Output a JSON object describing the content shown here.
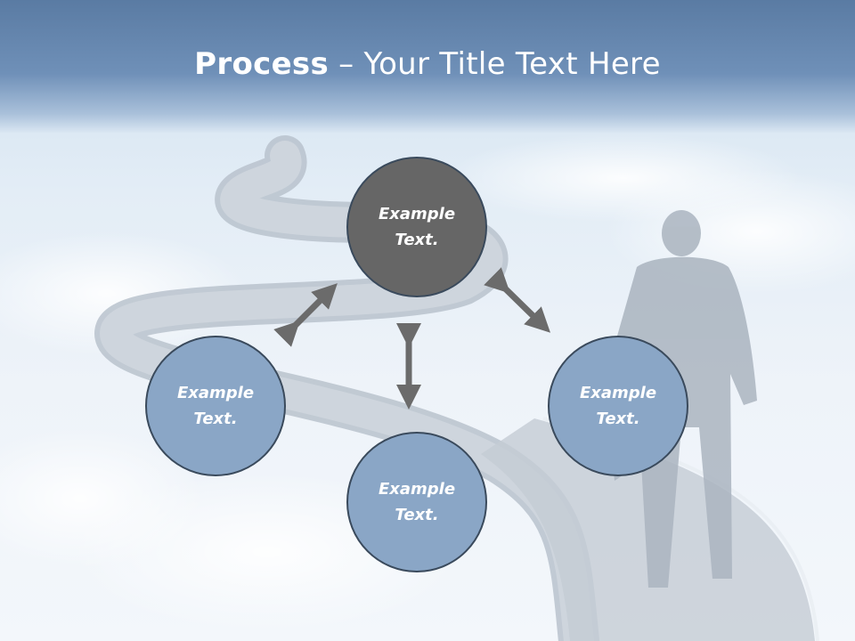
{
  "title": {
    "bold": "Process",
    "rest": " – Your Title Text Here"
  },
  "nodes": {
    "top": "Example\nText.",
    "left": "Example\nText.",
    "right": "Example\nText.",
    "bottom": "Example\nText."
  },
  "colors": {
    "top_node": "#666666",
    "blue_node": "#8aa6c6",
    "arrow": "#6b6b6b",
    "header": "#6f90b8"
  }
}
